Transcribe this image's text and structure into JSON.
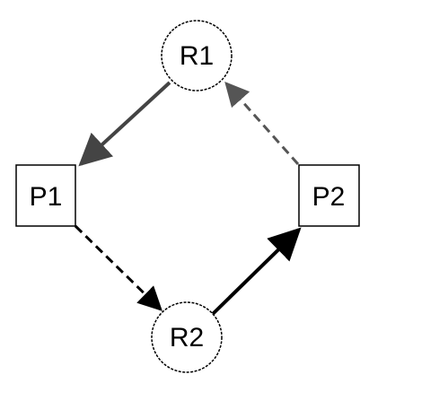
{
  "diagram": {
    "nodes": [
      {
        "id": "R1",
        "label": "R1",
        "shape": "circle"
      },
      {
        "id": "R2",
        "label": "R2",
        "shape": "circle"
      },
      {
        "id": "P1",
        "label": "P1",
        "shape": "box"
      },
      {
        "id": "P2",
        "label": "P2",
        "shape": "box"
      }
    ],
    "edges": [
      {
        "from": "R1",
        "to": "P1",
        "style": "solid",
        "color": "#444444"
      },
      {
        "from": "P1",
        "to": "R2",
        "style": "dashed",
        "color": "#000000"
      },
      {
        "from": "R2",
        "to": "P2",
        "style": "solid",
        "color": "#000000"
      },
      {
        "from": "P2",
        "to": "R1",
        "style": "dashed",
        "color": "#555555"
      }
    ]
  }
}
